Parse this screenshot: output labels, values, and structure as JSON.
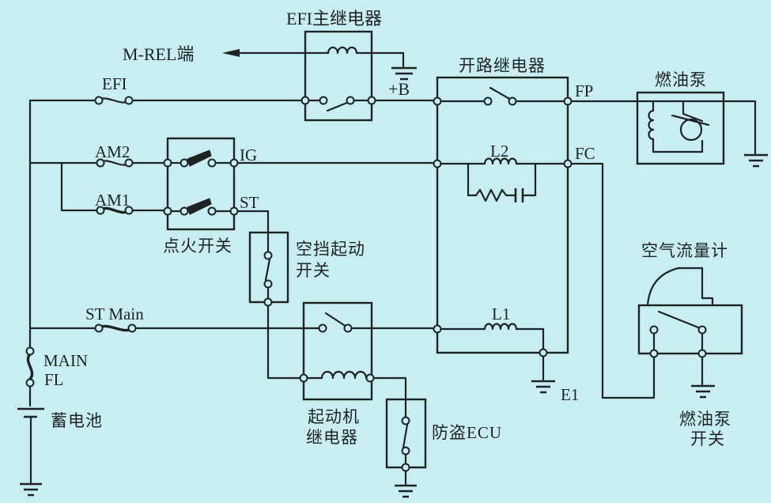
{
  "diagram": {
    "description": "EFI fuel pump control circuit schematic (scanned textbook figure)",
    "colors": {
      "background": "#c9eef2",
      "ink": "#1e2424"
    },
    "labels": {
      "efi_main_relay": "EFI主继电器",
      "m_rel_terminal": "M-REL端",
      "efi_fuse": "EFI",
      "am2_fuse": "AM2",
      "am1_fuse": "AM1",
      "ig_terminal": "IG",
      "st_terminal": "ST",
      "ignition_switch": "点火开关",
      "neutral_start_switch_line1": "空挡起动",
      "neutral_start_switch_line2": "开关",
      "st_main_fuse": "ST Main",
      "main_fl_line1": "MAIN",
      "main_fl_line2": "FL",
      "battery": "蓄电池",
      "starter_relay_line1": "起动机",
      "starter_relay_line2": "继电器",
      "anti_theft_ecu": "防盗ECU",
      "circuit_opening_relay": "开路继电器",
      "plus_b_terminal": "+B",
      "fp_terminal": "FP",
      "fc_terminal": "FC",
      "l2_coil": "L2",
      "l1_coil": "L1",
      "e1_terminal": "E1",
      "fuel_pump": "燃油泵",
      "air_flow_meter": "空气流量计",
      "fuel_pump_switch_line1": "燃油泵",
      "fuel_pump_switch_line2": "开关"
    }
  }
}
